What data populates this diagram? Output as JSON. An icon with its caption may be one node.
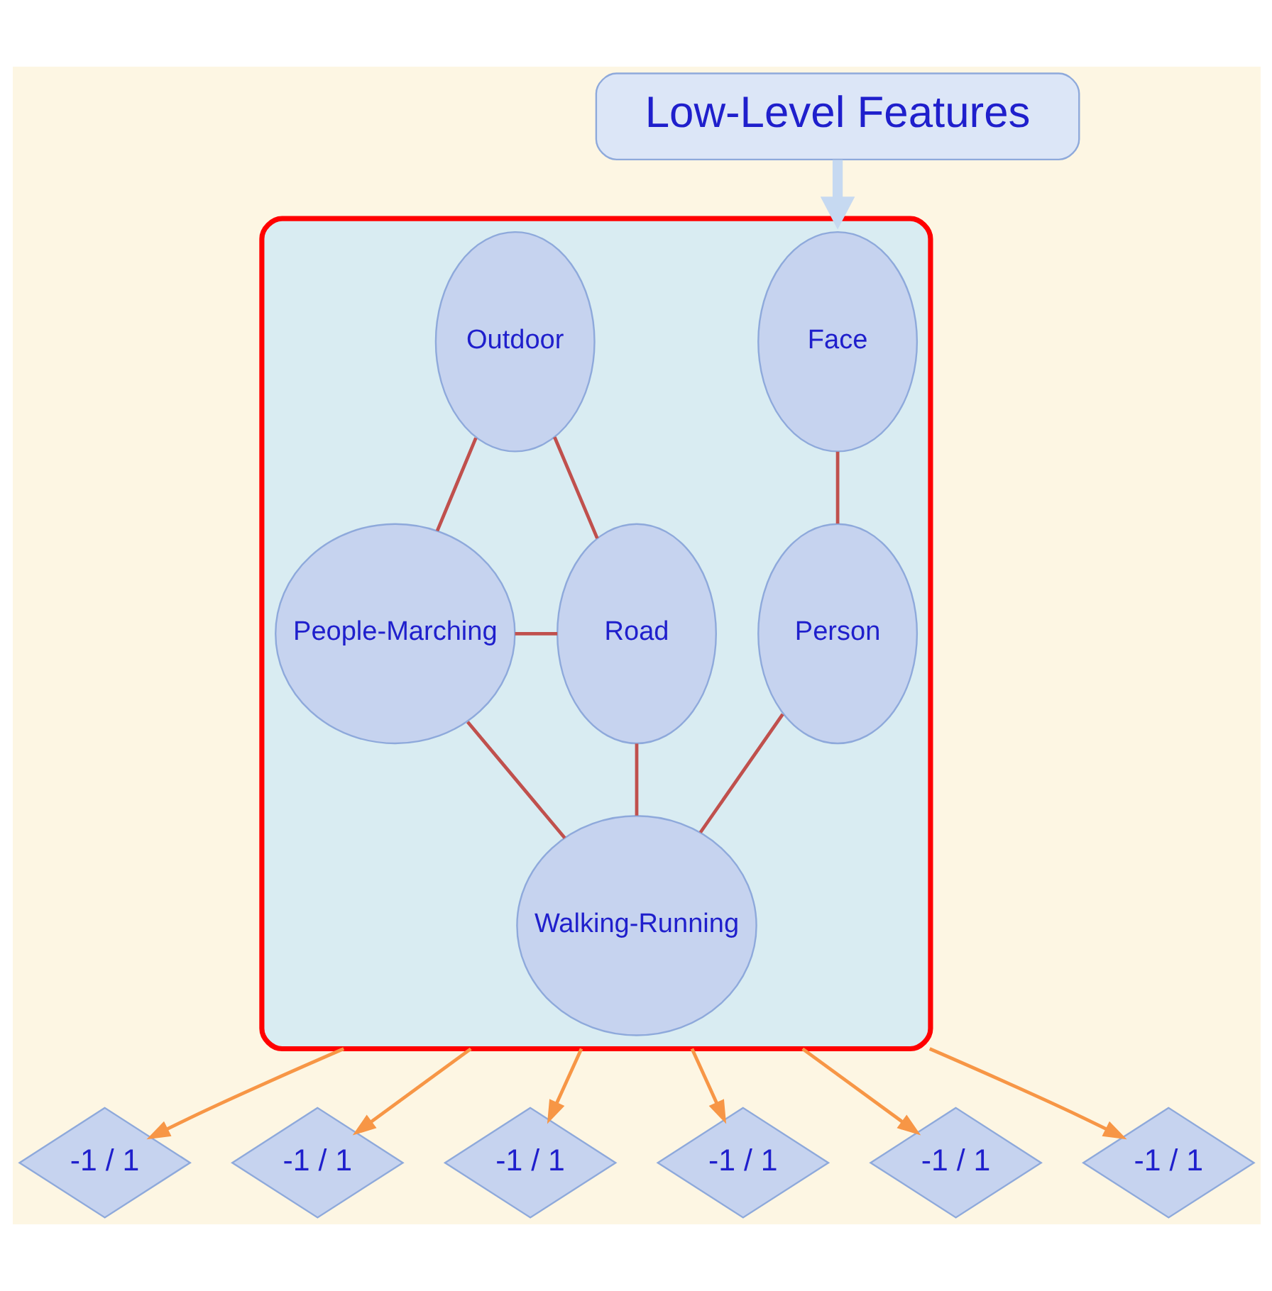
{
  "diagram": {
    "nodes": [
      {
        "text": [
          "Low-Level Features"
        ]
      },
      {
        "text": [],
        "shape": "ellipse"
      },
      {
        "text": [
          "Face"
        ],
        "in": 1
      },
      {
        "text": [
          "Outdoor"
        ],
        "in": 1
      },
      {
        "text": [
          "Person"
        ],
        "in": 1
      },
      {
        "text": [
          "Walking-Running"
        ],
        "in": 1
      },
      {
        "text": [
          "People-Marching"
        ],
        "in": 1
      },
      {
        "text": [
          "Road"
        ],
        "in": 1
      },
      {
        "text": [
          "-1 / 1"
        ]
      },
      {
        "text": [
          "-1 / 1"
        ]
      },
      {
        "text": [
          "-1 / 1"
        ]
      },
      {
        "text": [
          "-1 / 1"
        ]
      },
      {
        "text": [
          "-1 / 1"
        ]
      },
      {
        "text": [
          "-1 / 1"
        ]
      }
    ],
    "edges": [
      {
        "from": 0,
        "to": 1,
        "arrow": "to",
        "style": "thick",
        "color": "#c6d9f1"
      },
      {
        "from": 2,
        "to": 4,
        "arrow": "none",
        "color": "#c0504d"
      },
      {
        "from": 3,
        "to": 7,
        "arrow": "none",
        "color": "#c0504d"
      },
      {
        "from": 3,
        "to": 6,
        "arrow": "none",
        "color": "#c0504d"
      },
      {
        "from": 6,
        "to": 7,
        "arrow": "none",
        "color": "#c0504d"
      },
      {
        "from": 4,
        "to": 5,
        "arrow": "none",
        "color": "#c0504d"
      },
      {
        "from": 5,
        "to": 6,
        "arrow": "none",
        "color": "#c0504d"
      },
      {
        "from": 5,
        "to": 7,
        "arrow": "none",
        "color": "#c0504d"
      },
      {
        "from": 1,
        "to": 8,
        "arrow": "to",
        "color": "#f79646"
      },
      {
        "from": 1,
        "to": 9,
        "arrow": "to",
        "color": "#f79646"
      },
      {
        "from": 1,
        "to": 10,
        "arrow": "to",
        "color": "#f79646"
      },
      {
        "from": 1,
        "to": 11,
        "arrow": "to",
        "color": "#f79646"
      },
      {
        "from": 1,
        "to": 12,
        "arrow": "to",
        "color": "#f79646"
      },
      {
        "from": 1,
        "to": 13,
        "arrow": "to",
        "color": "#f79646"
      }
    ]
  }
}
